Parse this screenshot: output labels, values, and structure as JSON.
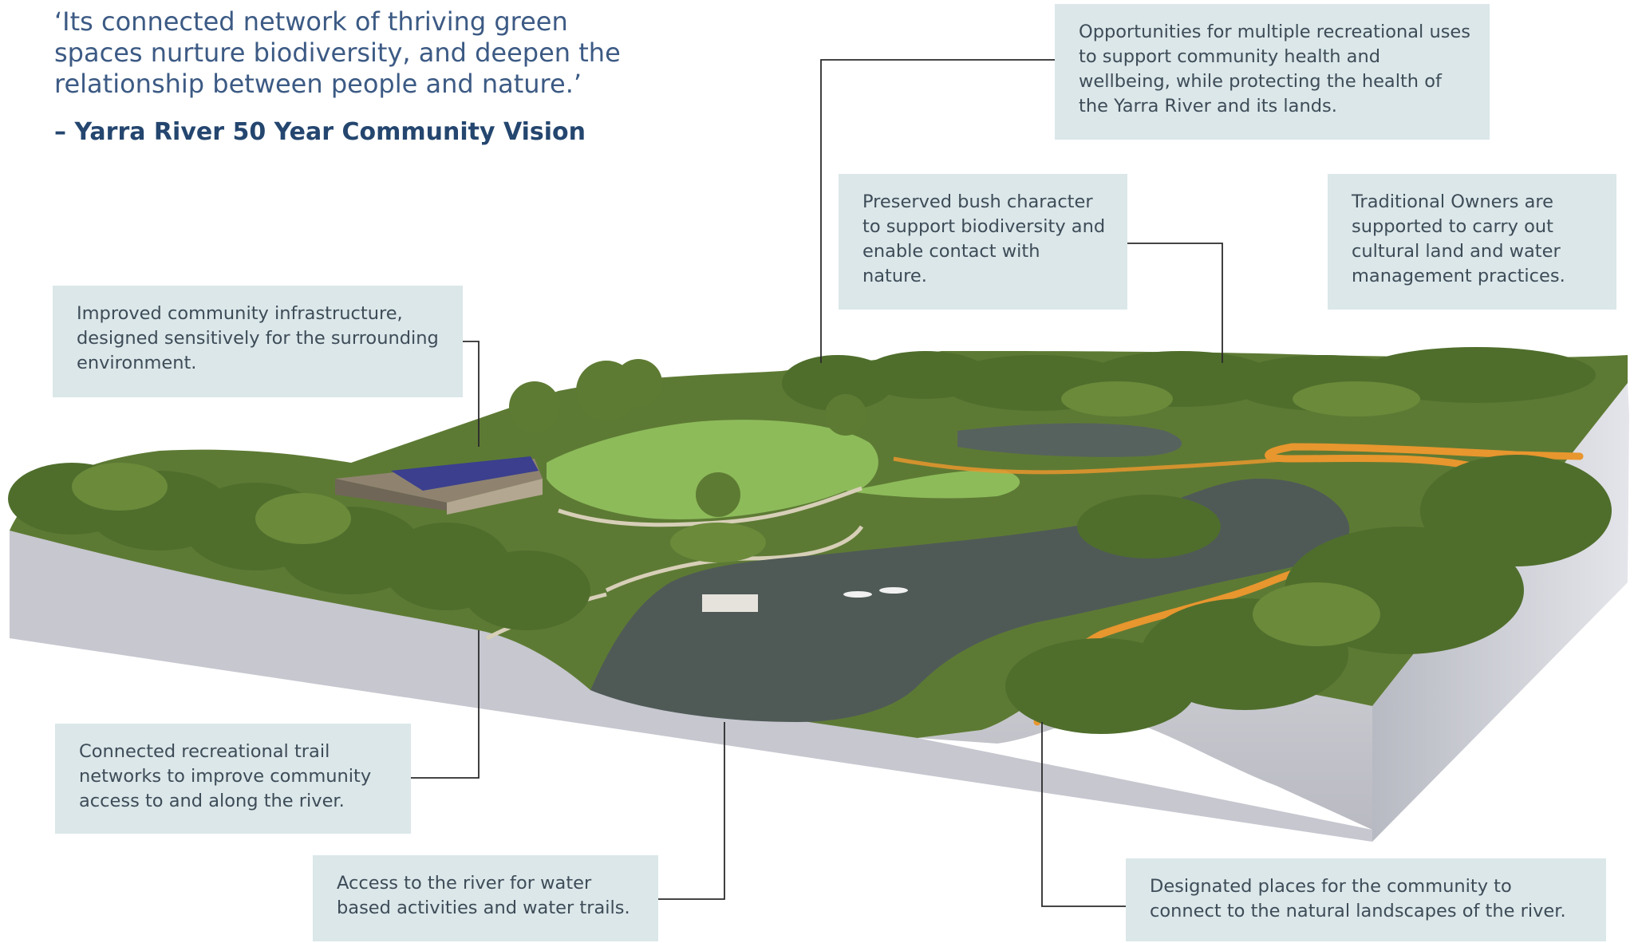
{
  "quote": {
    "text": "‘Its connected network of thriving green spaces nurture biodiversity, and deepen the relationship between people and nature.’",
    "attribution": "– Yarra River 50 Year Community Vision"
  },
  "callouts": {
    "recreational_uses": "Opportunities for multiple recreational uses to support community health and wellbeing, while protecting the health of the Yarra River and its lands.",
    "bush_character": "Preserved bush character to support biodiversity and enable contact with nature.",
    "traditional_owners": "Traditional Owners are supported to carry out cultural land and water management practices.",
    "community_infrastructure": "Improved community infrastructure, designed sensitively for the surrounding environment.",
    "trail_networks": "Connected recreational trail networks to improve community access to and along the river.",
    "river_access": "Access to the river for water based activities and water trails.",
    "designated_places": "Designated places for the community to connect to the natural landscapes of the river."
  },
  "colors": {
    "quote_text": "#3c5a84",
    "attribution_text": "#24466f",
    "callout_bg": "#dbe7e9",
    "callout_text": "#3e4c58",
    "leader_line": "#2b2b2b",
    "trail_orange": "#e8962e",
    "river": "#4f5a57",
    "lawn": "#8dbb5a",
    "vegetation": "#4f6e2c",
    "terrain_side": "#c8c9d0"
  }
}
